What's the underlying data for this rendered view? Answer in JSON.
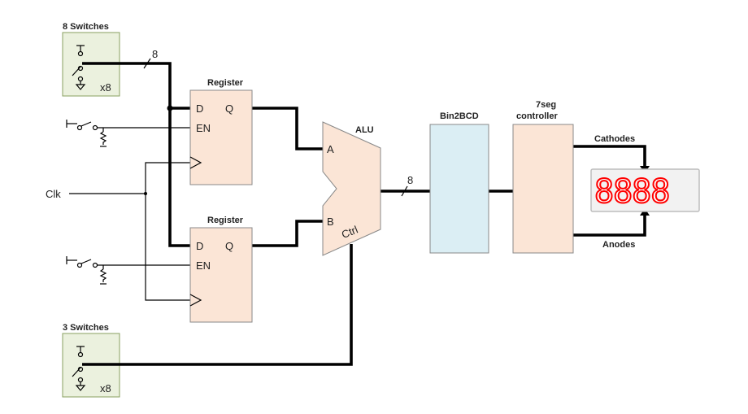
{
  "switch_bank_top": {
    "title": "8 Switches",
    "multiplier": "x8"
  },
  "switch_bank_bottom": {
    "title": "3 Switches",
    "multiplier": "x8"
  },
  "bus_width_in": "8",
  "bus_width_out": "8",
  "register_top": {
    "title": "Register",
    "d": "D",
    "q": "Q",
    "en": "EN"
  },
  "register_bottom": {
    "title": "Register",
    "d": "D",
    "q": "Q",
    "en": "EN"
  },
  "clock_label": "Clk",
  "alu": {
    "title": "ALU",
    "a": "A",
    "b": "B",
    "ctrl": "Ctrl"
  },
  "bin2bcd": {
    "title": "Bin2BCD"
  },
  "seg_controller": {
    "title_line1": "7seg",
    "title_line2": "controller"
  },
  "cathodes_label": "Cathodes",
  "anodes_label": "Anodes",
  "display_text": "8888",
  "colors": {
    "switch_bank_fill": "#ebf1de",
    "register_fill": "#fbe5d6",
    "bin2bcd_fill": "#dbeef4",
    "controller_fill": "#fbe5d6",
    "display_digit": "#ff0000"
  }
}
